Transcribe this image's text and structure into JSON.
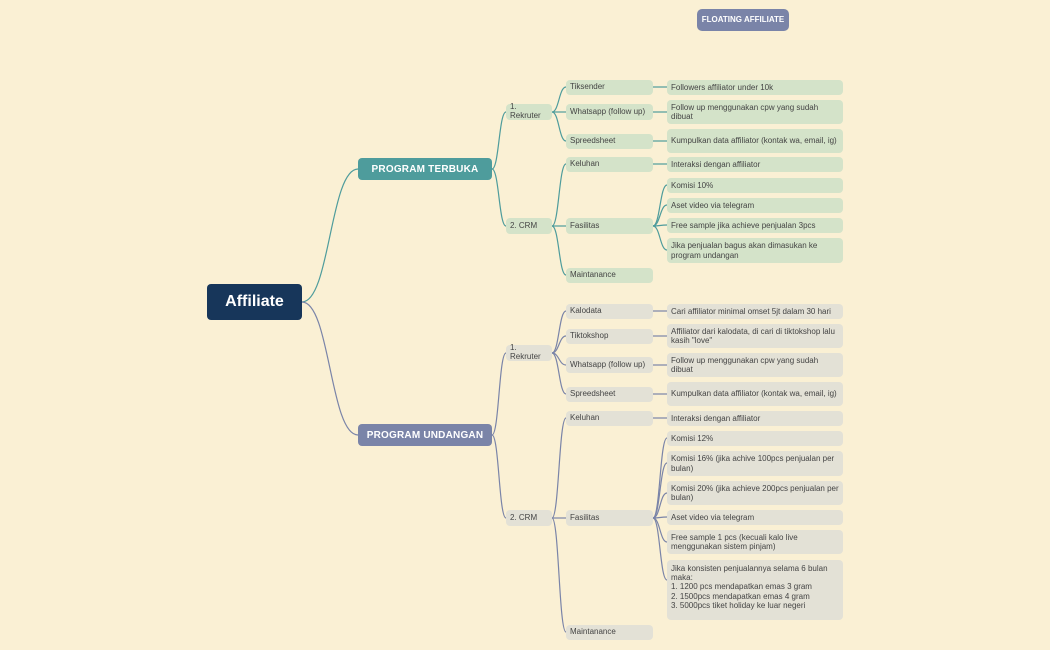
{
  "root": "Affiliate",
  "floating": "FLOATING AFFILIATE",
  "colors": {
    "background": "#faf0d4",
    "root": "#17365a",
    "program_terbuka": "#4e9c9c",
    "program_undangan": "#7a84a8",
    "terbuka_nodes": "#d4e3c9",
    "undangan_nodes": "#e3e1d6",
    "terbuka_lines": "#4e9c9c",
    "undangan_lines": "#7a84a8"
  },
  "terbuka": {
    "title": "PROGRAM TERBUKA",
    "rekruter": {
      "label": "1. Rekruter",
      "items": [
        {
          "label": "Tiksender",
          "detail": "Followers affiliator under 10k"
        },
        {
          "label": "Whatsapp (follow up)",
          "detail": "Follow up menggunakan cpw yang sudah dibuat"
        },
        {
          "label": "Spreedsheet",
          "detail": "Kumpulkan data affiliator (kontak wa, email, ig)"
        }
      ]
    },
    "crm": {
      "label": "2. CRM",
      "keluhan": {
        "label": "Keluhan",
        "detail": "Interaksi dengan affiliator"
      },
      "fasilitas": {
        "label": "Fasilitas",
        "items": [
          "Komisi 10%",
          "Aset video via telegram",
          "Free sample jika achieve penjualan 3pcs",
          "Jika penjualan bagus akan dimasukan ke program undangan"
        ]
      },
      "maintanance": "Maintanance"
    }
  },
  "undangan": {
    "title": "PROGRAM UNDANGAN",
    "rekruter": {
      "label": "1. Rekruter",
      "items": [
        {
          "label": "Kalodata",
          "detail": "Cari affiliator minimal omset 5jt dalam 30 hari"
        },
        {
          "label": "Tiktokshop",
          "detail": "Affiliator dari kalodata, di cari di tiktokshop lalu kasih \"love\""
        },
        {
          "label": "Whatsapp (follow up)",
          "detail": "Follow up menggunakan cpw yang sudah dibuat"
        },
        {
          "label": "Spreedsheet",
          "detail": "Kumpulkan data affiliator (kontak wa, email, ig)"
        }
      ]
    },
    "crm": {
      "label": "2. CRM",
      "keluhan": {
        "label": "Keluhan",
        "detail": "Interaksi dengan affiliator"
      },
      "fasilitas": {
        "label": "Fasilitas",
        "items": [
          "Komisi 12%",
          "Komisi 16% (jika achive 100pcs penjualan per bulan)",
          "Komisi 20% (jika achieve 200pcs penjualan per bulan)",
          "Aset video via telegram",
          "Free sample 1 pcs (kecuali kalo live menggunakan sistem pinjam)"
        ],
        "bonus": [
          "Jika konsisten penjualannya selama 6 bulan maka:",
          "1. 1200 pcs mendapatkan emas 3 gram",
          "2. 1500pcs mendapatkan emas 4 gram",
          "3. 5000pcs tiket holiday ke luar negeri"
        ]
      },
      "maintanance": "Maintanance"
    }
  }
}
